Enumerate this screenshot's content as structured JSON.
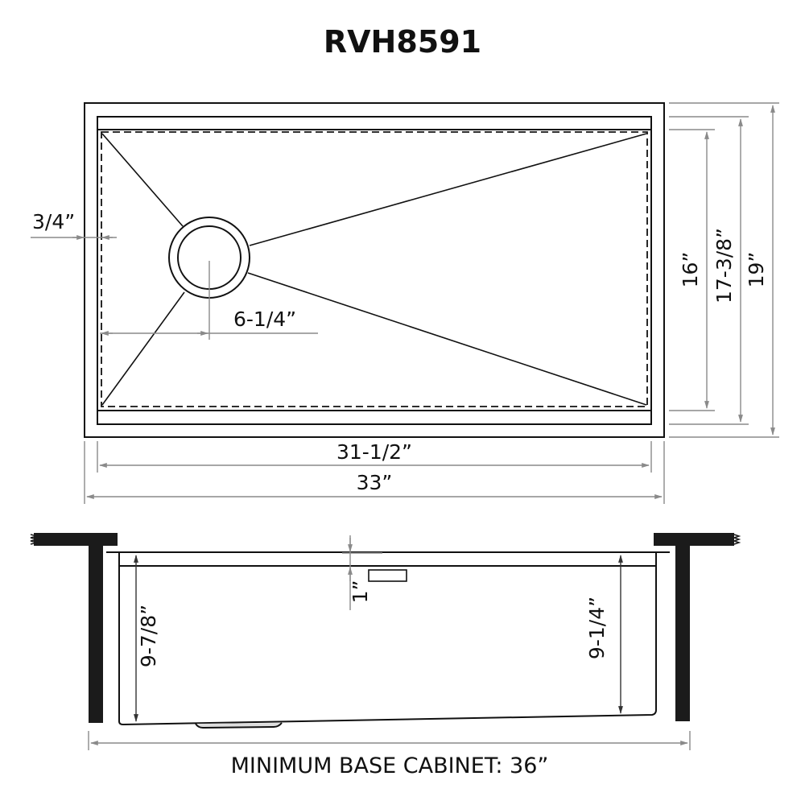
{
  "title": "RVH8591",
  "top_view": {
    "dimensions": {
      "drain_offset_edge": "3/4”",
      "drain_center_from_left": "6-1/4”",
      "bowl_length": "31-1/2”",
      "overall_length": "33”",
      "bowl_width": "16”",
      "inner_width": "17-3/8”",
      "overall_width": "19”"
    }
  },
  "side_view": {
    "dimensions": {
      "left_depth": "9-7/8”",
      "right_depth": "9-1/4”",
      "ledge_height": "1”"
    },
    "cabinet_label": "MINIMUM BASE CABINET: 36”"
  },
  "colors": {
    "line": "#111111",
    "dimension_line": "#8a8a8a",
    "countertop": "#1b1b1b",
    "background": "#ffffff"
  }
}
